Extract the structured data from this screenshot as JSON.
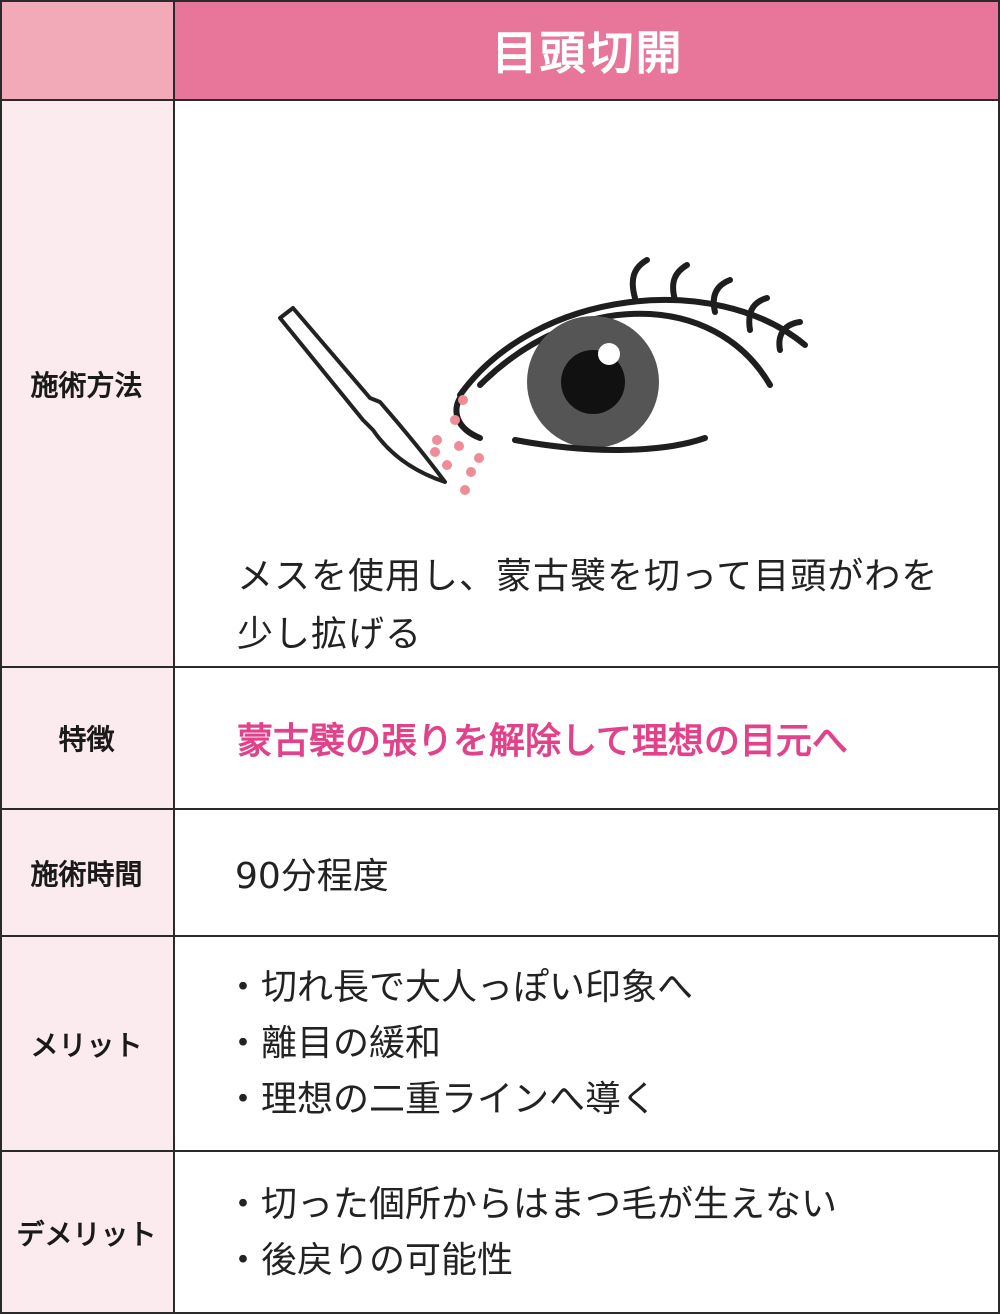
{
  "header": {
    "label_cell": "",
    "title": "目頭切開"
  },
  "rows": {
    "method": {
      "label": "施術方法",
      "lines": [
        "メスを使用し、蒙古襞を切って目頭がわを",
        "少し拡げる"
      ]
    },
    "feature": {
      "label": "特徴",
      "text": "蒙古襞の張りを解除して理想の目元へ"
    },
    "time": {
      "label": "施術時間",
      "text": "90分程度"
    },
    "merit": {
      "label": "メリット",
      "items": [
        "・切れ長で大人っぽい印象へ",
        "・離目の緩和",
        "・理想の二重ラインへ導く"
      ]
    },
    "demerit": {
      "label": "デメリット",
      "items": [
        "・切った個所からはまつ毛が生えない",
        "・後戻りの可能性"
      ]
    }
  },
  "colors": {
    "header_bg": "#e8769a",
    "header_label_bg": "#f2aab8",
    "label_bg": "#fbeaee",
    "accent_text": "#e1428a",
    "border": "#2a2a2a",
    "dots": "#ee8c98",
    "iris": "#555555"
  }
}
